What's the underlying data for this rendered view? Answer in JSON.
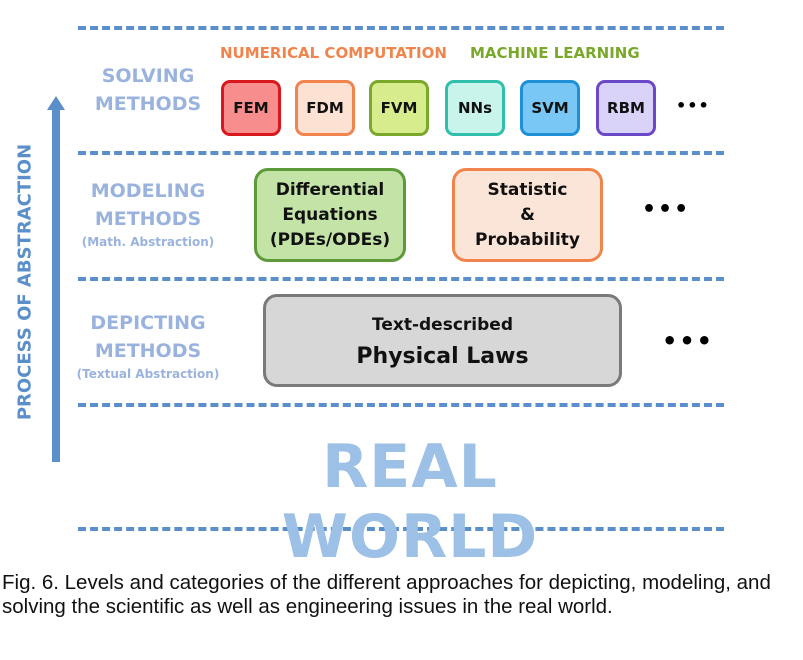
{
  "axis_label": "PROCESS OF ABSTRACTION",
  "levels": {
    "solving": {
      "line1": "SOLVING",
      "line2": "METHODS"
    },
    "modeling": {
      "line1": "MODELING",
      "line2": "METHODS",
      "sub": "(Math. Abstraction)"
    },
    "depicting": {
      "line1": "DEPICTING",
      "line2": "METHODS",
      "sub": "(Textual Abstraction)"
    }
  },
  "categories": {
    "numerical": "NUMERICAL COMPUTATION",
    "ml": "MACHINE LEARNING"
  },
  "solving_methods": [
    {
      "label": "FEM",
      "fill": "#f88d8d",
      "border": "#d8181c"
    },
    {
      "label": "FDM",
      "fill": "#fde2d4",
      "border": "#f0844c"
    },
    {
      "label": "FVM",
      "fill": "#d7ec8c",
      "border": "#79a82a"
    },
    {
      "label": "NNs",
      "fill": "#c8f4ec",
      "border": "#2fbfaa"
    },
    {
      "label": "SVM",
      "fill": "#79c7f4",
      "border": "#1f90d8"
    },
    {
      "label": "RBM",
      "fill": "#d9d3fa",
      "border": "#6b48c8"
    }
  ],
  "modeling_methods": {
    "differential": {
      "line1": "Differential",
      "line2": "Equations",
      "line3": "(PDEs/ODEs)"
    },
    "statistic": {
      "line1": "Statistic",
      "line2": "&",
      "line3": "Probability"
    }
  },
  "depicting_methods": {
    "line1": "Text-described",
    "line2": "Physical Laws"
  },
  "ellipsis": "•••",
  "ellipsis_small": "•••",
  "real_world": "REAL WORLD",
  "caption": "Fig. 6. Levels and categories of the different approaches for depicting, modeling, and solving the scientific as well as engineering issues in the real world.",
  "colors": {
    "dash": "#5b8fca",
    "level_text": "#9ab3de",
    "numerical": "#f0844c",
    "ml": "#79a82a",
    "real_world": "#9dc0e6"
  }
}
